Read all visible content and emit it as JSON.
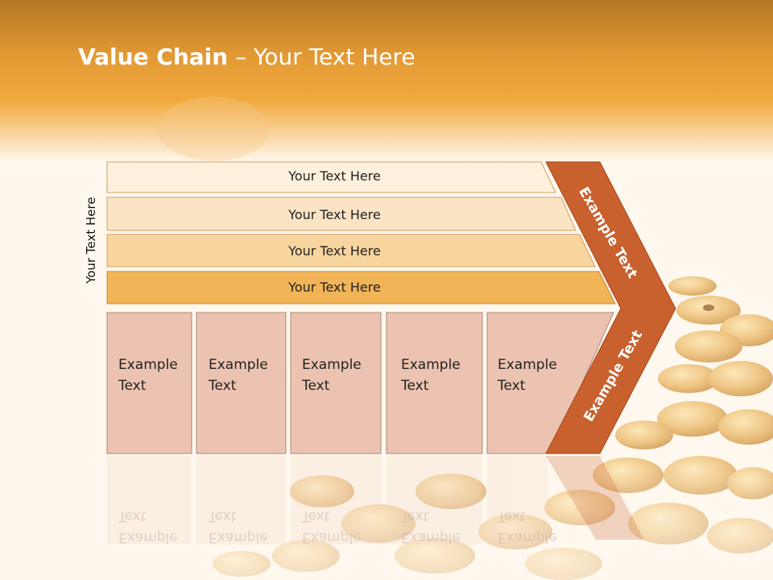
{
  "slide": {
    "title_bold": "Value Chain",
    "title_rest": " – Your Text Here",
    "vertical_label": "Your Text Here",
    "bands": [
      "Your Text Here",
      "Your Text Here",
      "Your Text Here",
      "Your Text Here"
    ],
    "cells": [
      {
        "line1": "Example",
        "line2": "Text"
      },
      {
        "line1": "Example",
        "line2": "Text"
      },
      {
        "line1": "Example",
        "line2": "Text"
      },
      {
        "line1": "Example",
        "line2": "Text"
      },
      {
        "line1": "Example",
        "line2": "Text"
      }
    ],
    "arrow_upper": "Example Text",
    "arrow_lower": "Example Text"
  },
  "colors": {
    "header_orange": "#e9a23a",
    "arrow_orange": "#c8612e",
    "band1": "#fdf0dc",
    "band2": "#fbe4c3",
    "band3": "#f8d59f",
    "band4": "#f1b457",
    "cell": "#ecc3b0"
  }
}
